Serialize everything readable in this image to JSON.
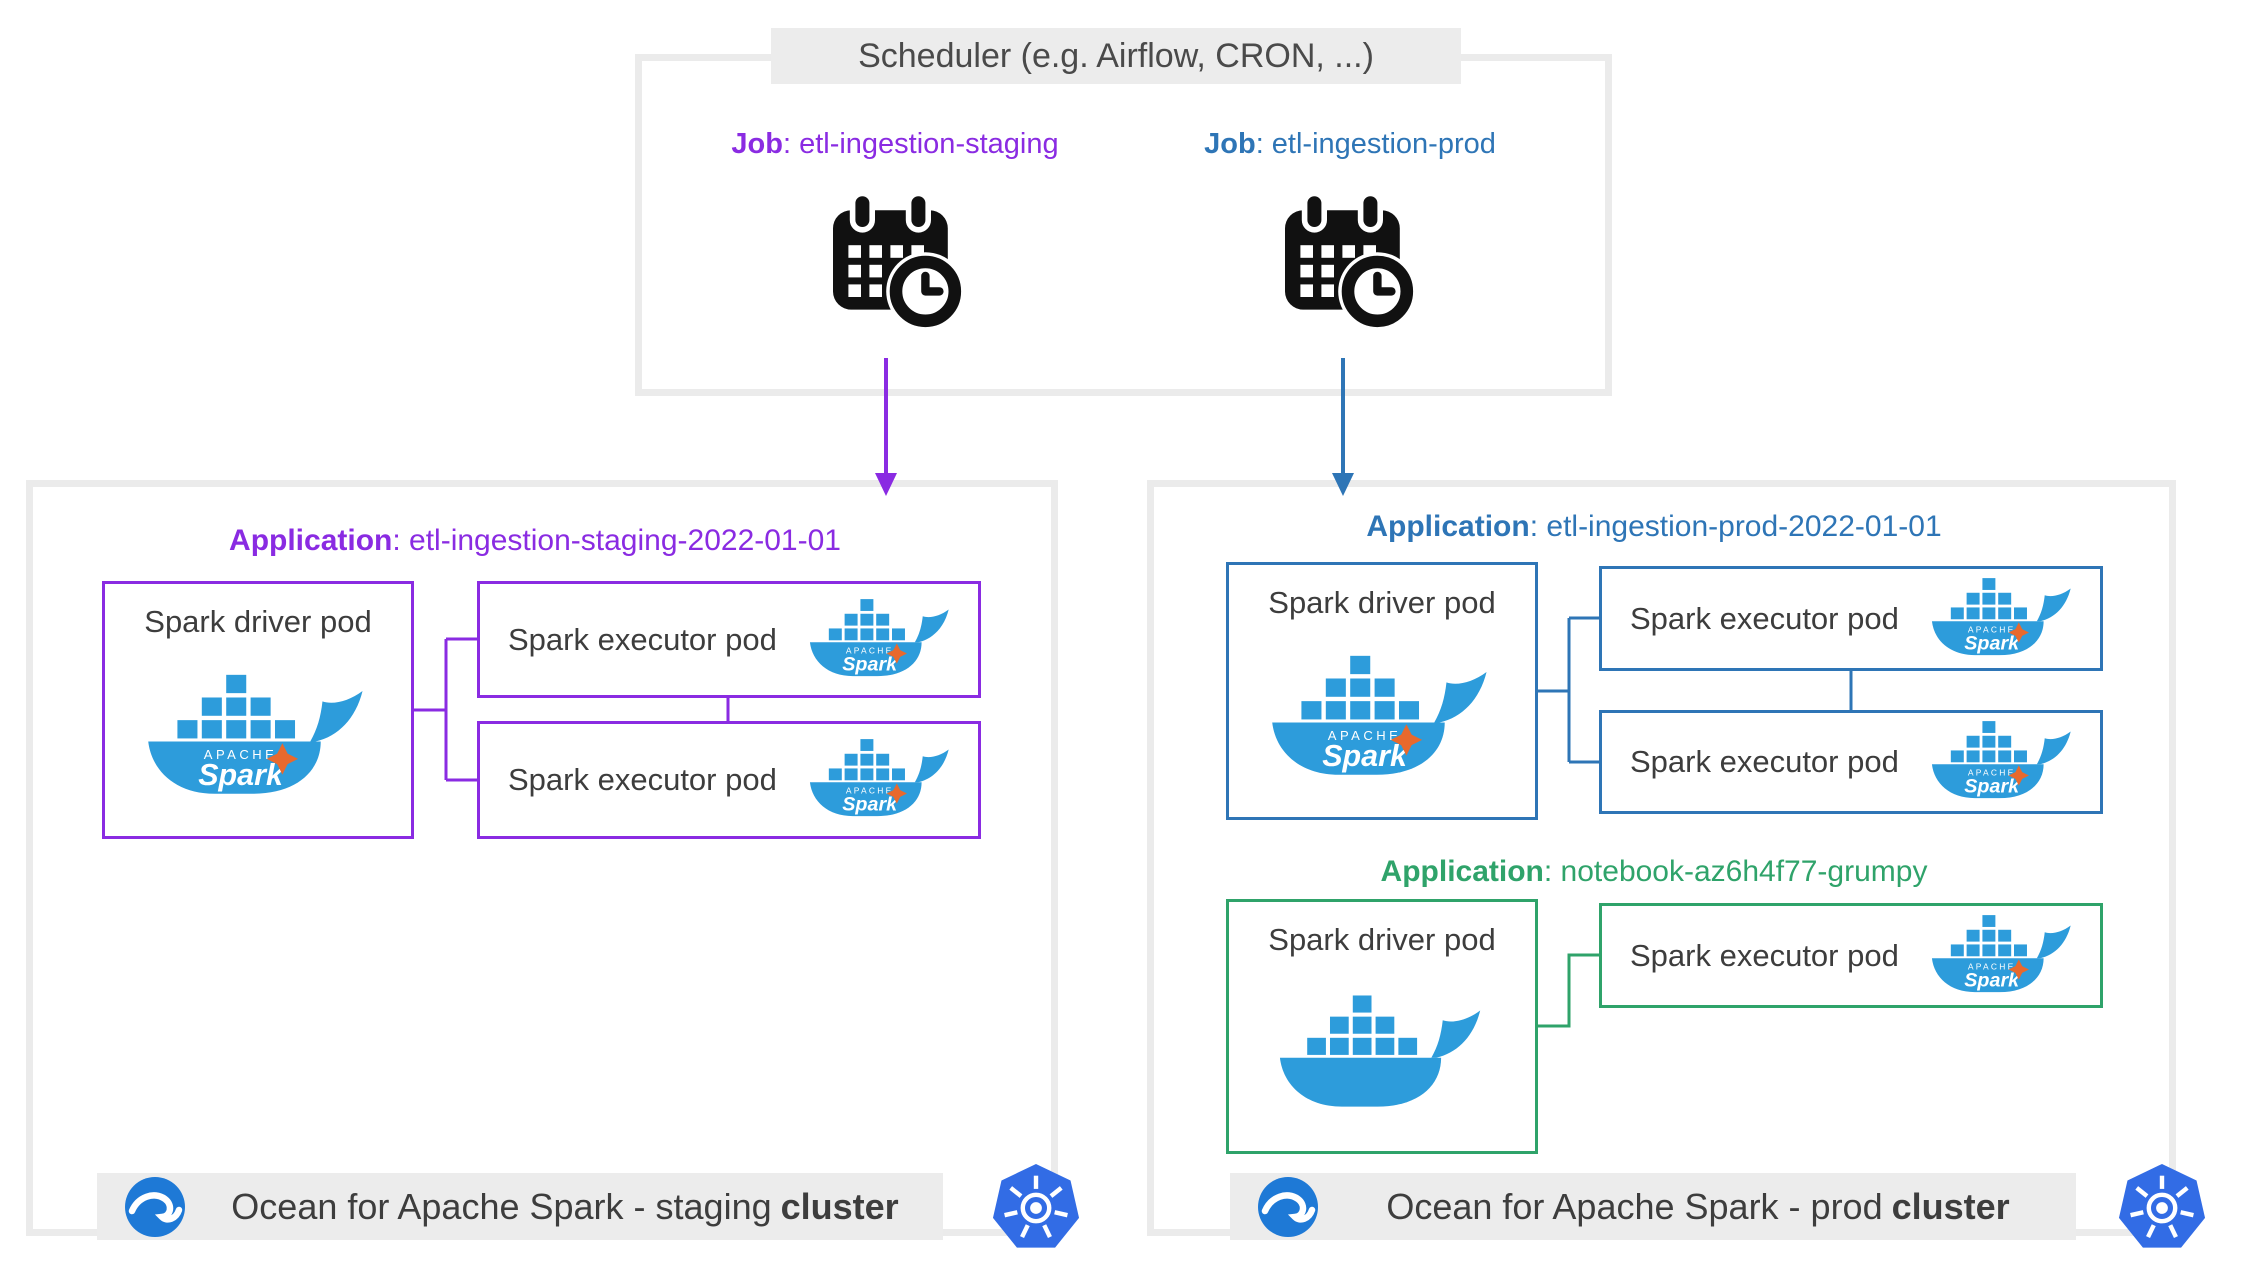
{
  "colors": {
    "purple": "#8a2be2",
    "blue": "#2e75b6",
    "green": "#2fa36a",
    "docker": "#2d9cdb",
    "k8s": "#326ce5",
    "ocean": "#1e79d6",
    "box_gray": "#ebebeb",
    "bar_gray": "#ececec"
  },
  "scheduler": {
    "title": "Scheduler (e.g. Airflow, CRON, ...)",
    "jobs": [
      {
        "bold": "Job",
        "rest": ": etl-ingestion-staging"
      },
      {
        "bold": "Job",
        "rest": ": etl-ingestion-prod"
      }
    ]
  },
  "clusters": [
    {
      "applications": [
        {
          "bold": "Application",
          "rest": ": etl-ingestion-staging-2022-01-01",
          "driver": "Spark driver pod",
          "executors": [
            "Spark executor pod",
            "Spark executor pod"
          ]
        }
      ],
      "footer": {
        "text": "Ocean for Apache Spark - staging",
        "bold": "cluster"
      }
    },
    {
      "applications": [
        {
          "bold": "Application",
          "rest": ": etl-ingestion-prod-2022-01-01",
          "driver": "Spark driver pod",
          "executors": [
            "Spark executor pod",
            "Spark executor pod"
          ]
        },
        {
          "bold": "Application",
          "rest": ": notebook-az6h4f77-grumpy",
          "driver": "Spark driver pod",
          "executors": [
            "Spark executor pod"
          ]
        }
      ],
      "footer": {
        "text": "Ocean for Apache Spark - prod",
        "bold": "cluster"
      }
    }
  ]
}
